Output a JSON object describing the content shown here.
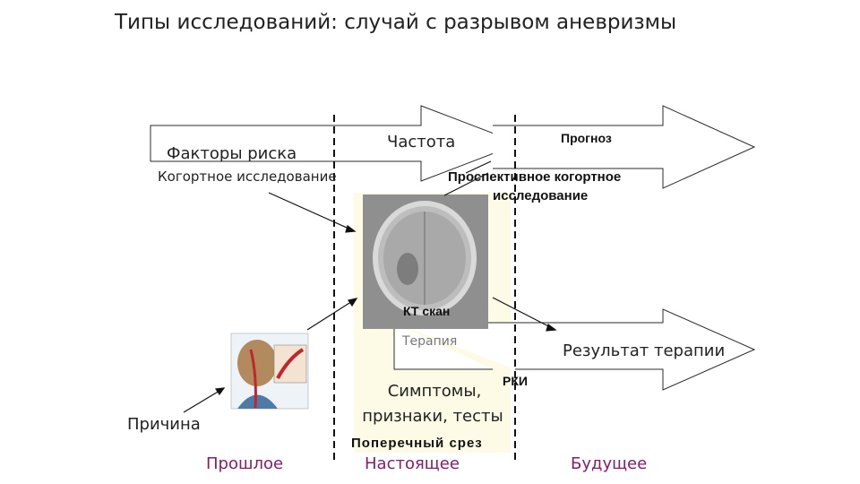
{
  "title": "Типы исследований: случай с разрывом аневризмы",
  "labels": {
    "risk_factors": "Факторы риска",
    "cohort_study": "Когортное исследование",
    "frequency": "Частота",
    "prognosis": "Прогноз",
    "prospective_cohort_line1": "Проспективное когортное",
    "prospective_cohort_line2": "исследование",
    "ct_scan": "КТ скан",
    "therapy": "Терапия",
    "therapy_result": "Результат терапии",
    "rct": "РКИ",
    "symptoms_line1": "Симптомы,",
    "symptoms_line2": "признаки, тесты",
    "cause": "Причина",
    "cross_section": "Поперечный срез"
  },
  "timeline": {
    "past": "Прошлое",
    "present": "Настоящее",
    "future": "Будущее"
  },
  "colors": {
    "arrow_stroke": "#2b2b2b",
    "present_band": "#fdfbe6",
    "time_labels": "#8a1a6a",
    "ct_background": "#8f8f8f"
  },
  "images": {
    "ct_scan_image": "brain-ct-scan-icon",
    "anatomy_image": "head-vessels-anatomy-icon"
  }
}
